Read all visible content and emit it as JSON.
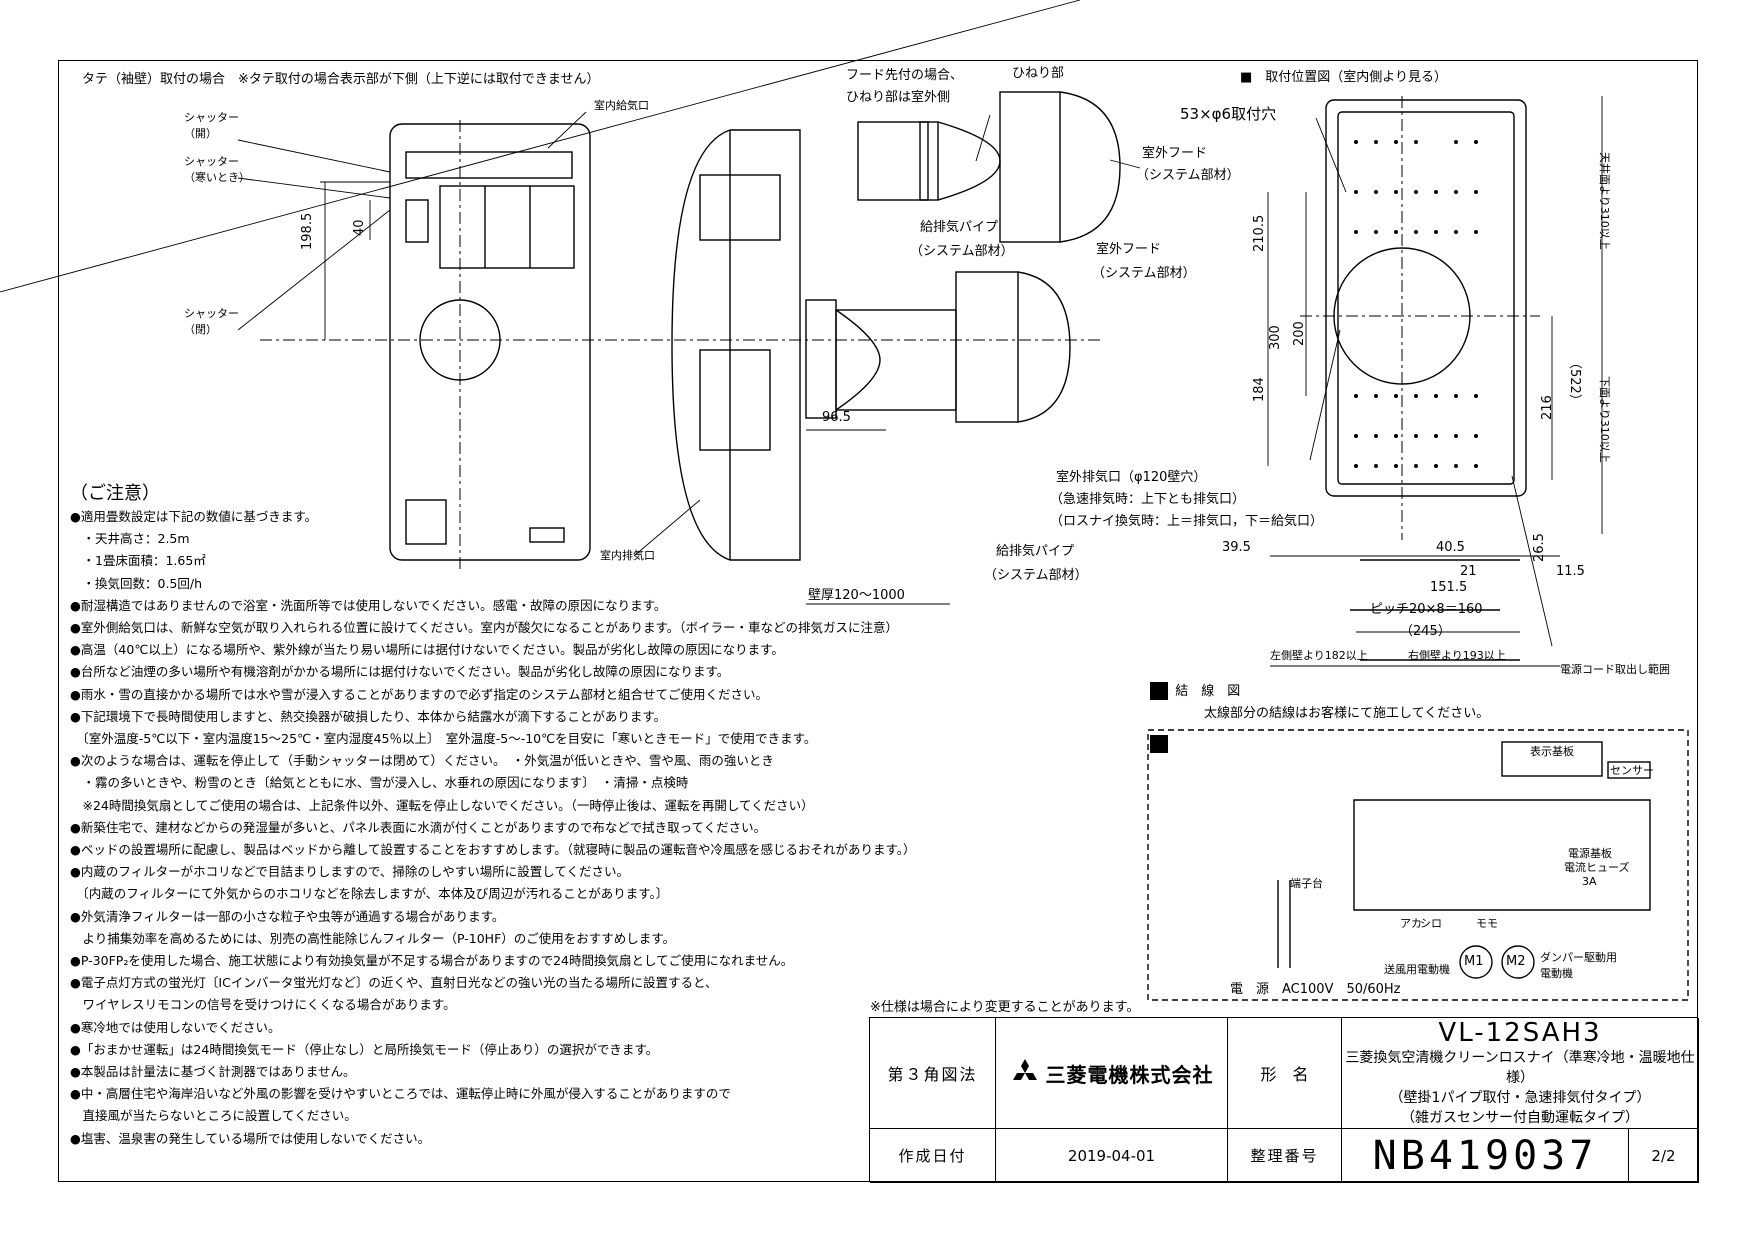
{
  "page": {
    "vertical_title": "タテ（袖壁）取付の場合",
    "vertical_note": "※タテ取付の場合表示部が下側（上下逆には取付できません）",
    "mounting_title": "■　取付位置図（室内側より見る）",
    "wiring_title": "■　結　線　図",
    "wiring_note": "太線部分の結線はお客様にて施工してください。",
    "spec_note": "※仕様は場合により変更することがあります。"
  },
  "labels": {
    "shutter_open": "シャッター（開）",
    "shutter_cold": "シャッター（寒いとき）",
    "shutter_closed": "シャッター（閉）",
    "indoor_supply": "室内給気口",
    "indoor_exhaust": "室内排気口",
    "hood_tip_line1": "フード先付の場合、",
    "hood_tip_line2": "ひねり部は室外側",
    "twist_part": "ひねり部",
    "outdoor_hood": "室外フード",
    "system_parts": "（システム部材）",
    "pipe": "給排気パイプ",
    "holes": "53×φ6取付穴",
    "outdoor_exhaust": "室外排気口（φ120壁穴）",
    "rapid_exhaust": "（急速排気時：上下とも排気口）",
    "lossnay_exhaust": "（ロスナイ換気時：上＝排気口，下＝給気口）",
    "power_cord": "電源コード取出し範囲"
  },
  "dims": {
    "d198": "198.5",
    "d40": "40",
    "d96": "96.5",
    "wall": "壁厚120～1000",
    "d210": "210.5",
    "d300": "300",
    "d200": "200",
    "d184": "184",
    "d522": "（522）",
    "d216": "216",
    "ceiling": "天井面より310以上",
    "floor": "下面より310以上",
    "d39": "39.5",
    "d40b": "40.5",
    "d26": "26.5",
    "d21": "21",
    "d11": "11.5",
    "d151": "151.5",
    "pitch": "ピッチ20×8＝160",
    "d245": "（245）",
    "left": "左側壁より182以上",
    "right": "右側壁より193以上"
  },
  "wiring": {
    "display": "表示基板",
    "sensor": "センサー",
    "power_board": "電源基板",
    "fuse": "電流ヒューズ",
    "fuse_a": "3A",
    "terminal": "端子台",
    "power": "電　源　AC100V　50/60Hz",
    "m1": "M1",
    "m2": "M2",
    "fan_motor": "送風用電動機",
    "damper1": "ダンパー駆動用",
    "damper2": "電動機",
    "c1": "アカ",
    "c2": "シロ",
    "c3": "モモ"
  },
  "notes": [
    "（ご注意）",
    "●適用畳数設定は下記の数値に基づきます。",
    "　・天井高さ：2.5m",
    "　・1畳床面積：1.65㎡",
    "　・換気回数：0.5回/h",
    "●耐湿構造ではありませんので浴室・洗面所等では使用しないでください。感電・故障の原因になります。",
    "●室外側給気口は、新鮮な空気が取り入れられる位置に設けてください。室内が酸欠になることがあります。（ボイラー・車などの排気ガスに注意）",
    "●高温（40℃以上）になる場所や、紫外線が当たり易い場所には据付けないでください。製品が劣化し故障の原因になります。",
    "●台所など油煙の多い場所や有機溶剤がかかる場所には据付けないでください。製品が劣化し故障の原因になります。",
    "●雨水・雪の直接かかる場所では水や雪が浸入することがありますので必ず指定のシステム部材と組合せてご使用ください。",
    "●下記環境下で長時間使用しますと、熱交換器が破損したり、本体から結露水が滴下することがあります。",
    "　〔室外温度-5℃以下・室内温度15～25℃・室内湿度45％以上〕　室外温度-5～-10℃を目安に「寒いときモード」で使用できます。",
    "●次のような場合は、運転を停止して（手動シャッターは閉めて）ください。　・外気温が低いときや、雪や風、雨の強いとき",
    "　・霧の多いときや、粉雪のとき〔給気とともに水、雪が浸入し、水垂れの原因になります〕　・清掃・点検時",
    "　※24時間換気扇としてご使用の場合は、上記条件以外、運転を停止しないでください。（一時停止後は、運転を再開してください）",
    "●新築住宅で、建材などからの発湿量が多いと、パネル表面に水滴が付くことがありますので布などで拭き取ってください。",
    "●ベッドの設置場所に配慮し、製品はベッドから離して設置することをおすすめします。（就寝時に製品の運転音や冷風感を感じるおそれがあります。）",
    "●内蔵のフィルターがホコリなどで目詰まりしますので、掃除のしやすい場所に設置してください。",
    "　〔内蔵のフィルターにて外気からのホコリなどを除去しますが、本体及び周辺が汚れることがあります。〕",
    "●外気清浄フィルターは一部の小さな粒子や虫等が通過する場合があります。",
    "　より捕集効率を高めるためには、別売の高性能除じんフィルター（P-10HF）のご使用をおすすめします。",
    "●P-30FP₂を使用した場合、施工状態により有効換気量が不足する場合がありますので24時間換気扇としてご使用になれません。",
    "●電子点灯方式の蛍光灯〔ICインバータ蛍光灯など〕の近くや、直射日光などの強い光の当たる場所に設置すると、",
    "　ワイヤレスリモコンの信号を受けつけにくくなる場合があります。",
    "●寒冷地では使用しないでください。",
    "●「おまかせ運転」は24時間換気モード（停止なし）と局所換気モード（停止あり）の選択ができます。",
    "●本製品は計量法に基づく計測器ではありません。",
    "●中・高層住宅や海岸沿いなど外風の影響を受けやすいところでは、運転停止時に外風が侵入することがありますので",
    "　直接風が当たらないところに設置してください。",
    "●塩害、温泉害の発生している場所では使用しないでください。"
  ],
  "title_block": {
    "projection": "第３角図法",
    "company": "三菱電機株式会社",
    "name_label": "形　名",
    "model": "VL-12SAH3",
    "desc1": "三菱換気空清機クリーンロスナイ（準寒冷地・温暖地仕様）",
    "desc2": "（壁掛1パイプ取付・急速排気付タイプ）",
    "desc3": "（雑ガスセンサー付自動運転タイプ）",
    "date_label": "作成日付",
    "date": "2019-04-01",
    "number_label": "整理番号",
    "number": "NB419037",
    "page": "2/2"
  }
}
